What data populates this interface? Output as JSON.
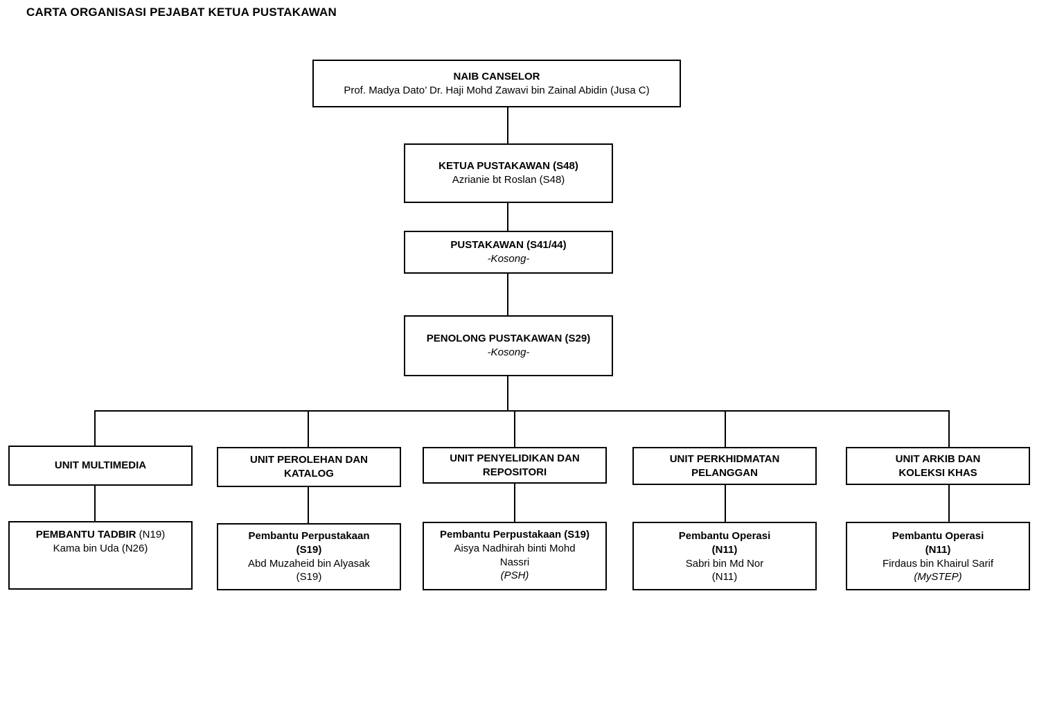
{
  "title": "CARTA ORGANISASI PEJABAT KETUA PUSTAKAWAN",
  "chart_data": {
    "type": "diagram",
    "diagram_type": "organizational-chart",
    "title": "CARTA ORGANISASI PEJABAT KETUA PUSTAKAWAN",
    "orientation": "top-down",
    "levels": 6,
    "nodes": [
      {
        "id": "naib-canselor",
        "level": 1,
        "title": "NAIB CANSELOR",
        "title_tail": "",
        "subtitles": [
          "Prof. Madya Dato’ Dr. Haji Mohd Zawavi bin Zainal Abidin (Jusa C)"
        ],
        "parent": null
      },
      {
        "id": "ketua-pustakawan",
        "level": 2,
        "title": "KETUA PUSTAKAWAN (S48)",
        "title_tail": "",
        "subtitles": [
          "Azrianie bt Roslan (S48)"
        ],
        "parent": "naib-canselor"
      },
      {
        "id": "pustakawan",
        "level": 3,
        "title": "PUSTAKAWAN (S41/44)",
        "title_tail": "",
        "subtitles": [
          "-Kosong-"
        ],
        "subtitle_italic": true,
        "parent": "ketua-pustakawan"
      },
      {
        "id": "penolong-pustakawan",
        "level": 4,
        "title": "PENOLONG PUSTAKAWAN (S29)",
        "title_tail": "",
        "subtitles": [
          "-Kosong-"
        ],
        "subtitle_italic": true,
        "parent": "pustakawan"
      }
    ],
    "units": [
      {
        "id": "unit-multimedia",
        "name_lines": [
          "UNIT MULTIMEDIA"
        ]
      },
      {
        "id": "unit-perolehan",
        "name_lines": [
          "UNIT PEROLEHAN DAN",
          "KATALOG"
        ]
      },
      {
        "id": "unit-penyelidikan",
        "name_lines": [
          "UNIT PENYELIDIKAN DAN",
          "REPOSITORI"
        ]
      },
      {
        "id": "unit-perkhidmatan",
        "name_lines": [
          "UNIT PERKHIDMATAN",
          "PELANGGAN"
        ]
      },
      {
        "id": "unit-arkib",
        "name_lines": [
          "UNIT ARKIB DAN",
          "KOLEKSI KHAS"
        ]
      }
    ],
    "staff": [
      {
        "id": "staff-multimedia",
        "unit": "unit-multimedia",
        "title_bold": "PEMBANTU TADBIR",
        "title_regular": " (N19)",
        "lines": [
          {
            "text": "Kama bin Uda (N26)",
            "italic": false
          }
        ]
      },
      {
        "id": "staff-perolehan",
        "unit": "unit-perolehan",
        "title_bold": "Pembantu Perpustakaan (S19)",
        "title_regular": "",
        "lines": [
          {
            "text": "Abd Muzaheid bin Alyasak",
            "italic": false
          },
          {
            "text": "(S19)",
            "italic": false
          }
        ]
      },
      {
        "id": "staff-penyelidikan",
        "unit": "unit-penyelidikan",
        "title_bold": "Pembantu Perpustakaan (S19)",
        "title_regular": "",
        "lines": [
          {
            "text": "Aisya Nadhirah binti Mohd Nassri",
            "italic": false
          },
          {
            "text": "(PSH)",
            "italic": true
          }
        ]
      },
      {
        "id": "staff-perkhidmatan",
        "unit": "unit-perkhidmatan",
        "title_bold": "Pembantu Operasi (N11)",
        "title_regular": "",
        "lines": [
          {
            "text": "Sabri bin Md Nor",
            "italic": false
          },
          {
            "text": "(N11)",
            "italic": false
          }
        ]
      },
      {
        "id": "staff-arkib",
        "unit": "unit-arkib",
        "title_bold": "Pembantu Operasi (N11)",
        "title_regular": "",
        "lines": [
          {
            "text": "Firdaus bin Khairul Sarif",
            "italic": false
          },
          {
            "text": "(MySTEP)",
            "italic": true
          }
        ]
      }
    ],
    "colors": {
      "box_border": "#000000",
      "box_fill": "#ffffff",
      "connector": "#000000",
      "text": "#000000",
      "background": "#ffffff"
    }
  },
  "boxes": {
    "naib_canselor": {
      "title": "NAIB CANSELOR",
      "sub1": "Prof. Madya Dato’ Dr. Haji Mohd Zawavi bin Zainal Abidin (Jusa C)"
    },
    "ketua_pustakawan": {
      "title": "KETUA PUSTAKAWAN (S48)",
      "sub1": "Azrianie bt Roslan (S48)"
    },
    "pustakawan": {
      "title": "PUSTAKAWAN (S41/44)",
      "sub1": "-Kosong-"
    },
    "penolong_pustakawan": {
      "title": "PENOLONG PUSTAKAWAN (S29)",
      "sub1": "-Kosong-"
    }
  },
  "units": {
    "multimedia": {
      "line1": "UNIT MULTIMEDIA",
      "line2": ""
    },
    "perolehan": {
      "line1": "UNIT PEROLEHAN DAN",
      "line2": "KATALOG"
    },
    "penyelidikan": {
      "line1": "UNIT PENYELIDIKAN DAN",
      "line2": "REPOSITORI"
    },
    "perkhidmatan": {
      "line1": "UNIT PERKHIDMATAN",
      "line2": "PELANGGAN"
    },
    "arkib": {
      "line1": "UNIT ARKIB DAN",
      "line2": "KOLEKSI KHAS"
    }
  },
  "staff": {
    "multimedia": {
      "title_bold": "PEMBANTU TADBIR",
      "title_tail": " (N19)",
      "line1": "Kama bin Uda (N26)",
      "line2": "",
      "line3": ""
    },
    "perolehan": {
      "title_bold": "Pembantu Perpustakaan",
      "title_bold2": "(S19)",
      "title_tail": "",
      "line1": "Abd Muzaheid bin Alyasak",
      "line2": "(S19)",
      "line3": ""
    },
    "penyelidikan": {
      "title_bold": "Pembantu Perpustakaan (S19)",
      "title_tail": "",
      "line1": "Aisya Nadhirah binti Mohd",
      "line2": "Nassri",
      "line3": "(PSH)"
    },
    "perkhidmatan": {
      "title_bold": "Pembantu Operasi",
      "title_bold2": "(N11)",
      "title_tail": "",
      "line1": "Sabri bin Md Nor",
      "line2": "(N11)",
      "line3": ""
    },
    "arkib": {
      "title_bold": "Pembantu Operasi",
      "title_bold2": "(N11)",
      "title_tail": "",
      "line1": "Firdaus bin Khairul Sarif",
      "line2": "(MySTEP)",
      "line3": ""
    }
  }
}
